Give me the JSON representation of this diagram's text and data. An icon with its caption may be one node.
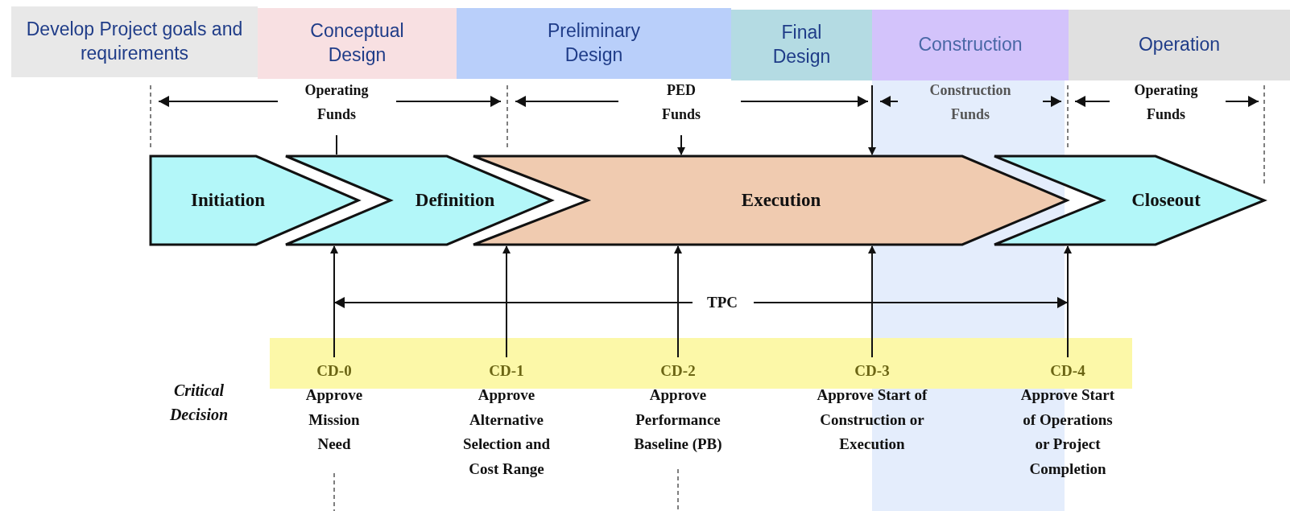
{
  "diagram": {
    "nodes": [
      {
        "text": [
          "Develop Project goals and requirements"
        ]
      },
      {
        "text": [
          "Conceptual Design"
        ]
      },
      {
        "text": [
          "Preliminary Design"
        ]
      },
      {
        "text": [
          "Final Design"
        ]
      },
      {
        "text": [
          "Construction"
        ]
      },
      {
        "text": [
          "Operation"
        ]
      },
      {
        "text": [
          "Operating Funds"
        ]
      },
      {
        "text": [
          "PED Funds"
        ]
      },
      {
        "text": [
          "Initiation"
        ]
      },
      {
        "text": [
          "Definition"
        ]
      },
      {
        "text": [
          "Execution"
        ]
      },
      {
        "text": [
          "Closeout"
        ]
      },
      {
        "text": [
          "CD-0",
          "Approve Mission Need"
        ]
      },
      {
        "text": [
          "CD-1",
          "Approve Alternative Selection and Cost Range"
        ]
      },
      {
        "text": [
          "CD-2",
          "Approve Performance Baseline (PB)"
        ]
      },
      {
        "text": [
          "CD-3",
          "Approve Start of Construction or Execution"
        ]
      },
      {
        "text": [
          "CD-4",
          "Approve Start of Operations or Project Completion"
        ]
      }
    ],
    "edges": [
      {
        "from": 6,
        "to": 9,
        "arrow": "none"
      },
      {
        "from": 7,
        "to": 10,
        "arrow": "to"
      },
      {
        "from": 4,
        "to": 10,
        "arrow": "to"
      },
      {
        "from": 12,
        "to": 9,
        "arrow": "to"
      },
      {
        "from": 13,
        "to": 10,
        "arrow": "to"
      },
      {
        "from": 14,
        "to": 10,
        "arrow": "to"
      },
      {
        "from": 15,
        "to": 10,
        "arrow": "to"
      },
      {
        "from": 16,
        "to": 11,
        "arrow": "to"
      }
    ],
    "labels": [
      "Construction Funds",
      "Operating Funds",
      "TPC",
      "Critical Decision"
    ]
  }
}
